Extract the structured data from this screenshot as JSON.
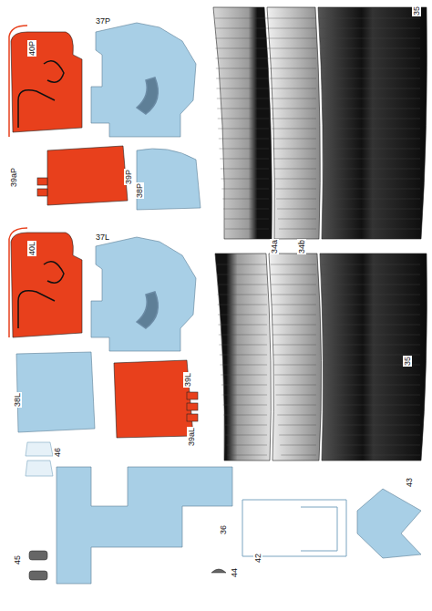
{
  "diagram": {
    "labels": [
      "40P",
      "37P",
      "35",
      "39aP",
      "39P",
      "38P",
      "40L",
      "37L",
      "34a",
      "34b",
      "35",
      "39L",
      "38L",
      "39aL",
      "46",
      "43",
      "45",
      "36",
      "42",
      "44"
    ]
  }
}
